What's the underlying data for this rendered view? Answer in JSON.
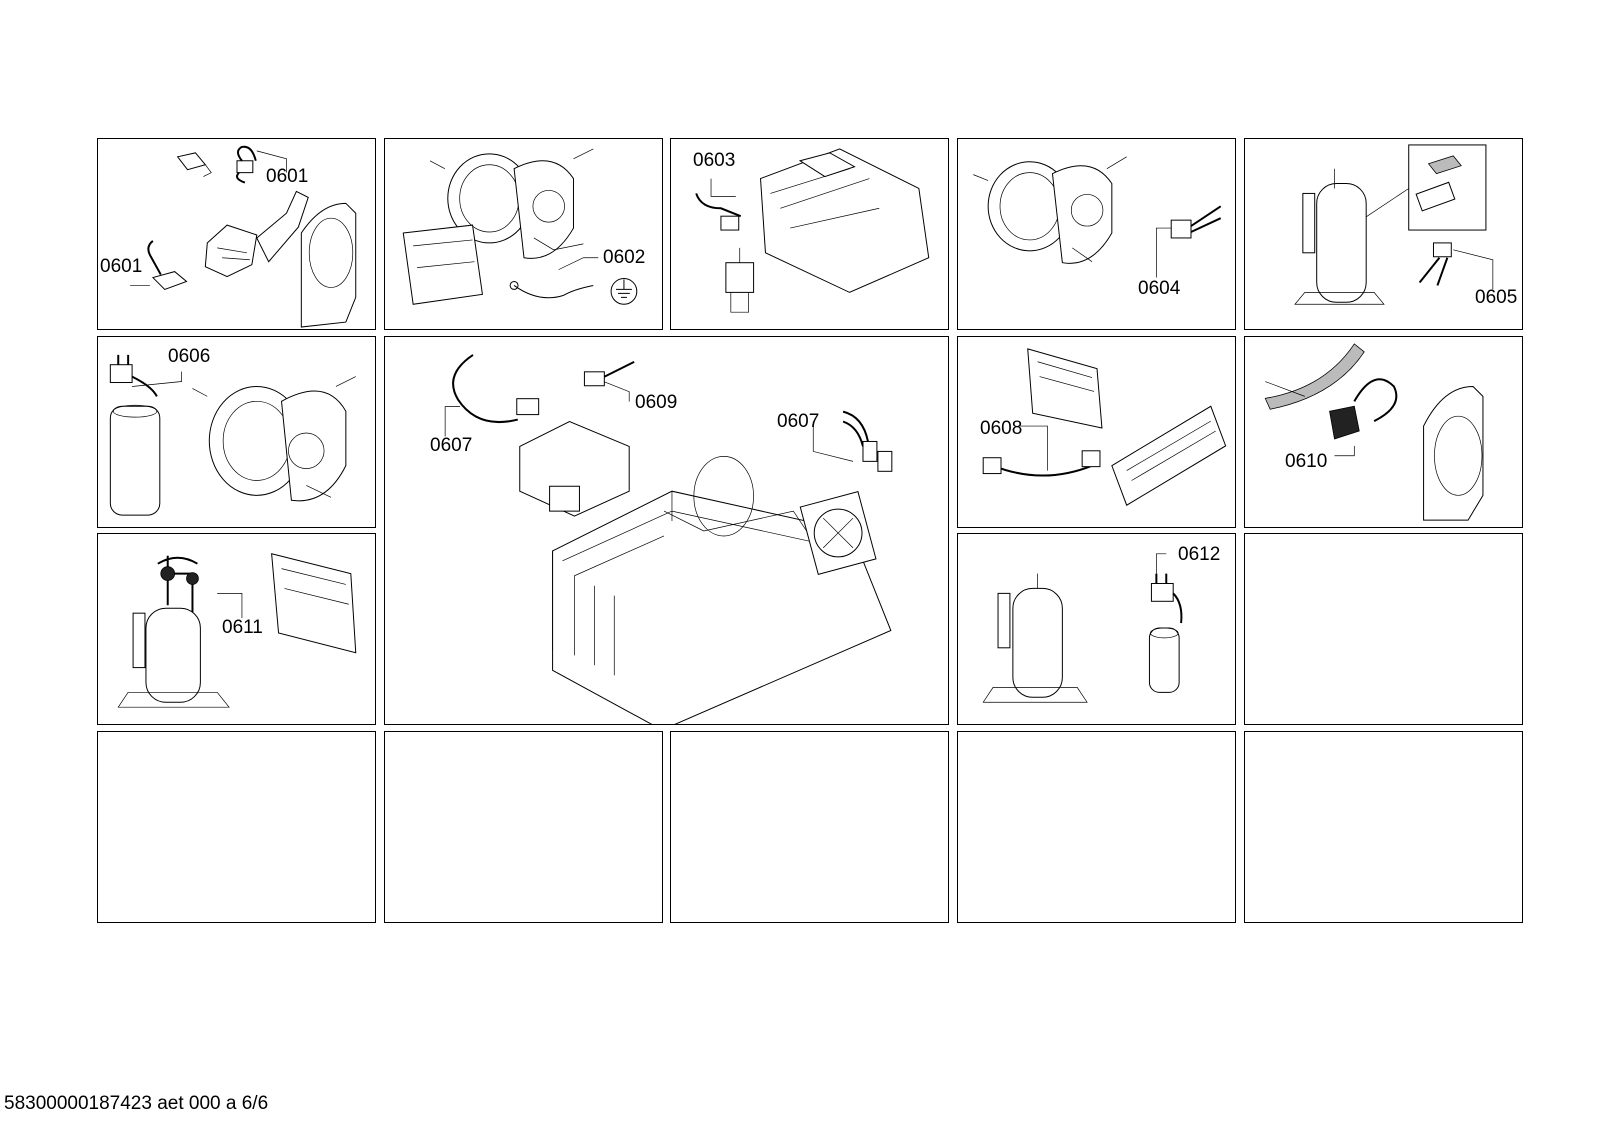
{
  "labels": {
    "p1a": "0601",
    "p1b": "0601",
    "p2": "0602",
    "p3": "0603",
    "p4": "0604",
    "p5": "0605",
    "p6": "0606",
    "p7a": "0607",
    "p7b": "0609",
    "p7c": "0607",
    "p8": "0608",
    "p9": "0610",
    "p10": "0611",
    "p11": "0612"
  },
  "footer": "58300000187423 aet 000 a 6/6"
}
